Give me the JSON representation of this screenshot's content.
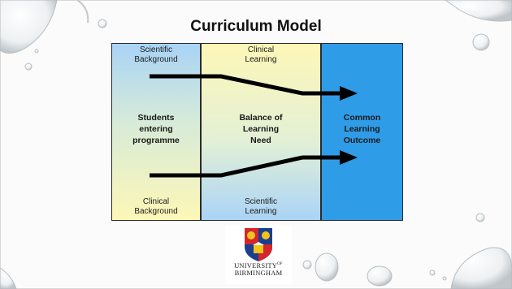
{
  "title": "Curriculum Model",
  "columns": {
    "left": {
      "top_label": [
        "Scientific",
        "Background"
      ],
      "center_label": [
        "Students",
        "entering",
        "programme"
      ],
      "bottom_label": [
        "Clinical",
        "Background"
      ]
    },
    "middle": {
      "top_label": [
        "Clinical",
        "Learning"
      ],
      "center_label": [
        "Balance of",
        "Learning",
        "Need"
      ],
      "bottom_label": [
        "Scientific",
        "Learning"
      ]
    },
    "right": {
      "center_label": [
        "Common",
        "Learning",
        "Outcome"
      ]
    }
  },
  "logo": {
    "line1": "UNIVERSITY",
    "line1_sup": "OF",
    "line2": "BIRMINGHAM"
  },
  "colors": {
    "blue": "#2f9ce8",
    "light_blue": "#a9d3f6",
    "light_yellow": "#fdf7b7",
    "arrow": "#000000"
  }
}
